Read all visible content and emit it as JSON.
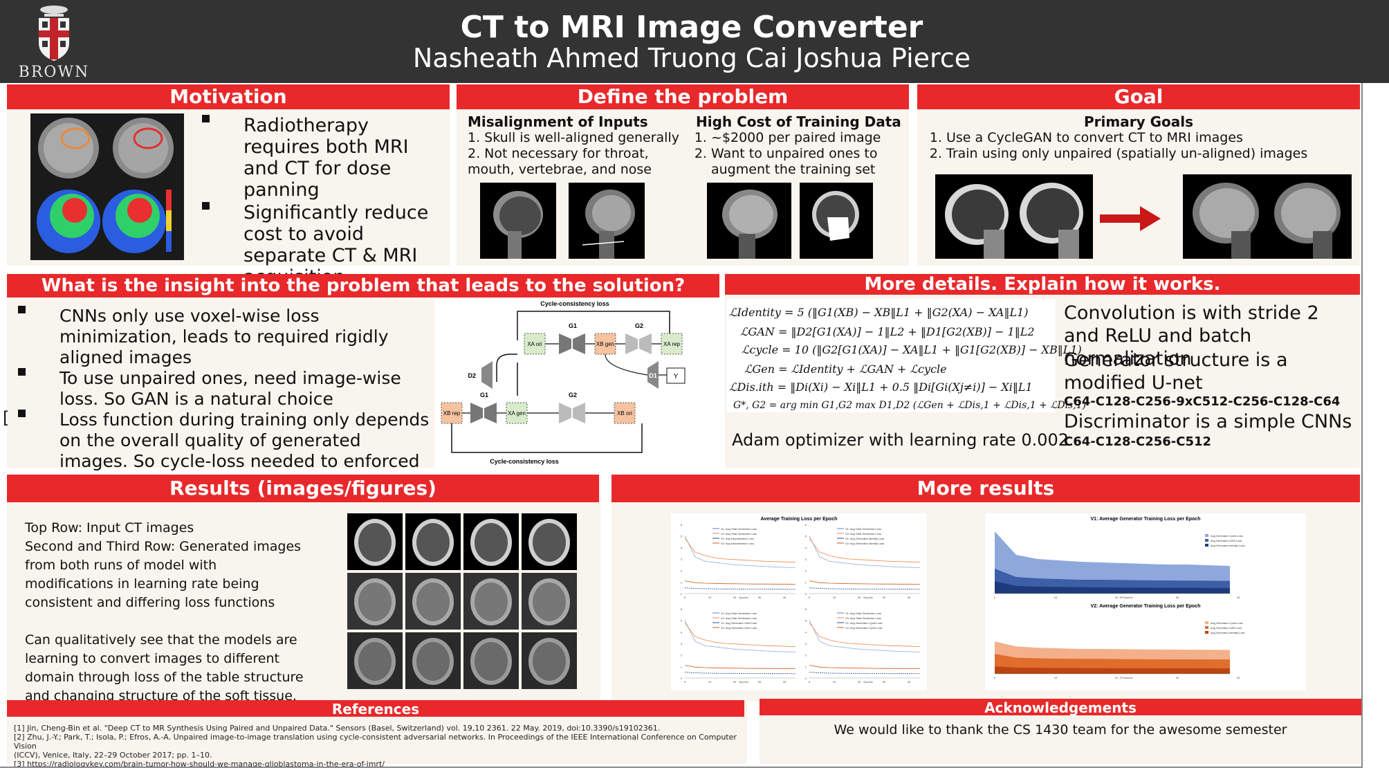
{
  "header": {
    "logo_text": "BROWN",
    "title": "CT to MRI Image Converter",
    "authors": "Nasheath Ahmed Truong Cai  Joshua Pierce"
  },
  "motivation": {
    "heading": "Motivation",
    "bullets": [
      "Radiotherapy requires both MRI and CT for dose panning",
      "Significantly reduce cost to avoid separate CT & MRI acquisition"
    ]
  },
  "define_problem": {
    "heading": "Define the problem",
    "misalignment": {
      "title": "Misalignment of Inputs",
      "items": [
        "1. Skull is well-aligned generally",
        "2. Not necessary for throat, mouth, vertebrae, and nose"
      ]
    },
    "cost": {
      "title": "High Cost of Training Data",
      "items": [
        "~$2000 per paired image",
        "Want to unpaired ones to augment the training set"
      ]
    }
  },
  "goal": {
    "heading": "Goal",
    "subtitle": "Primary Goals",
    "items": [
      "Use a CycleGAN to convert CT to MRI images",
      "Train using only unpaired (spatially un-aligned) images"
    ]
  },
  "insight": {
    "heading": "What is the insight into the problem that leads to the solution?",
    "bullets": [
      "CNNs only use voxel-wise loss minimization, leads to required rigidly aligned images",
      "To use unpaired ones, need image-wise loss. So GAN is a natural choice",
      "Loss function during training only depends on the overall quality of generated images. So cycle-loss needed to enforced sensical results"
    ],
    "diagram": {
      "top_label": "Cycle-consistency loss",
      "bottom_label": "Cycle-consistency loss",
      "g1": "G1",
      "g2": "G2",
      "d1": "D1",
      "d2": "D2",
      "y": "Y",
      "xa_ori": "XA ori",
      "xb_gen": "XB gen",
      "xa_rep": "XA rep",
      "xb_rep": "XB rep",
      "xa_gen": "XA gen",
      "xb_ori": "XB ori"
    }
  },
  "details": {
    "heading": "More details. Explain how it works.",
    "equations": [
      "ℒIdentity = 5 (‖G1(XB) − XB‖L1 + ‖G2(XA) − XA‖L1)",
      "ℒGAN = ‖D2[G1(XA)] − 1‖L2 + ‖D1[G2(XB)] − 1‖L2",
      "ℒcycle = 10 (‖G2[G1(XA)] − XA‖L1 + ‖G1[G2(XB)] − XB‖L1)",
      "ℒGen = ℒIdentity + ℒGAN + ℒcycle",
      "ℒDis.ith = ‖Di(Xi) − Xi‖L1 + 0.5 ‖Di[Gi(Xj≠i)] − Xi‖L1",
      "G*, G2 = arg min G1,G2  max D1,D2 (ℒGen + ℒDis,1 + ℒDis,1 + ℒDis,1)"
    ],
    "optimizer": "Adam optimizer with learning rate 0.002",
    "conv": "Convolution is with stride 2 and ReLU and batch normalization",
    "gen": "Generator structure is a modified U-net",
    "gen_arch": "C64-C128-C256-9xC512-C256-C128-C64",
    "disc": "Discriminator is a simple CNNs",
    "disc_arch": "C64-C128-C256-C512"
  },
  "results": {
    "heading": "Results (images/figures)",
    "para1": [
      "Top Row: Input CT images",
      "Second and Third Row: Generated images",
      "from both runs of model with",
      "modifications in learning rate being",
      "consistent and differing loss functions"
    ],
    "para2": [
      "Can qualitatively see that the models are",
      "learning to convert images to different",
      "domain through loss of the table structure",
      "and changing structure of the soft tissue."
    ]
  },
  "more_results": {
    "heading": "More results",
    "chart_data": [
      {
        "type": "line",
        "title": "Average Training Loss per Epoch",
        "xlabel": "Epochs",
        "x_ticks": [
          0,
          10,
          20,
          30,
          40
        ],
        "y_ticks": [
          0,
          1,
          2,
          3,
          4,
          5,
          6
        ],
        "legend_top_left": [
          "V1: Avg Total Generator Loss",
          "V2: Avg Total Generator Loss",
          "V1: Avg Discriminator Loss",
          "V2: Avg Discriminator Loss"
        ],
        "legend_top_right": [
          "V1: Avg Total Generator Loss",
          "V2: Avg Total Generator Loss",
          "V1: Avg Generator Identity Loss",
          "V2: Avg Generator Identity Loss"
        ],
        "legend_bottom_left": [
          "V1: Avg Total Generator Loss",
          "V2: Avg Total Generator Loss",
          "V1: Avg Generator GAN Loss",
          "V2: Avg Generator GAN Loss"
        ],
        "legend_bottom_right": [
          "V1: Avg Total Generator Loss",
          "V2: Avg Total Generator Loss",
          "V1: Avg Generator Cycle Loss",
          "V2: Avg Generator Cycle Loss"
        ],
        "series_sample": {
          "total_gen": [
            5.0,
            3.2,
            2.8,
            2.7,
            2.6,
            2.5,
            2.45,
            2.4,
            2.35,
            2.3,
            2.28,
            2.25
          ],
          "total_gen_v2": [
            4.8,
            3.6,
            3.3,
            3.1,
            3.0,
            2.95,
            2.9,
            2.85,
            2.8,
            2.78,
            2.75,
            2.72
          ],
          "component": [
            0.5,
            0.45,
            0.42,
            0.41,
            0.4,
            0.4,
            0.39,
            0.39,
            0.38,
            0.38,
            0.38,
            0.37
          ],
          "component_v2": [
            1.1,
            0.95,
            0.9,
            0.88,
            0.86,
            0.85,
            0.84,
            0.83,
            0.83,
            0.82,
            0.82,
            0.81
          ]
        }
      },
      {
        "type": "area",
        "title": "V1: Average Generator Training Loss per Epoch",
        "xlabel": "50 Epochs",
        "x_ticks": [
          0,
          10,
          20,
          30,
          40
        ],
        "legend": [
          "Avg Generator Cycle Loss",
          "Avg Generator GAN Loss",
          "Avg Generator Identity Loss"
        ],
        "colors": [
          "#8fa8dc",
          "#3d5fa8",
          "#1f3a7a"
        ]
      },
      {
        "type": "area",
        "title": "V2: Average Generator Training Loss per Epoch",
        "xlabel": "20 Epochs",
        "x_ticks": [
          0,
          10,
          20,
          30,
          40
        ],
        "legend": [
          "Avg Generator Cycle Loss",
          "Avg Generator GAN Loss",
          "Avg Generator Identity Loss"
        ],
        "colors": [
          "#f3b08a",
          "#e06d2c",
          "#b84512"
        ]
      }
    ]
  },
  "references": {
    "heading": "References",
    "items": [
      "[1] Jin, Cheng-Bin et al. \"Deep CT to MR Synthesis Using Paired and Unpaired Data.\" Sensors (Basel, Switzerland) vol. 19,10 2361. 22 May. 2019, doi:10.3390/s19102361.",
      "[2] Zhu, J.-Y.; Park, T.; Isola, P.; Efros, A.-A. Unpaired image-to-image translation using cycle-consistent adversarial networks. In Proceedings of the IEEE International Conference on Computer Vision",
      "(ICCV), Venice, Italy, 22–29 October 2017; pp. 1–10.",
      "[3] https://radiologykey.com/brain-tumor-how-should-we-manage-glioblastoma-in-the-era-of-imrt/"
    ]
  },
  "acknowledgements": {
    "heading": "Acknowledgements",
    "text": "We would like to thank  the CS 1430 team for the awesome semester"
  },
  "colors": {
    "header": "#333333",
    "accent": "#e8282a",
    "panel": "#f8f4ee"
  }
}
